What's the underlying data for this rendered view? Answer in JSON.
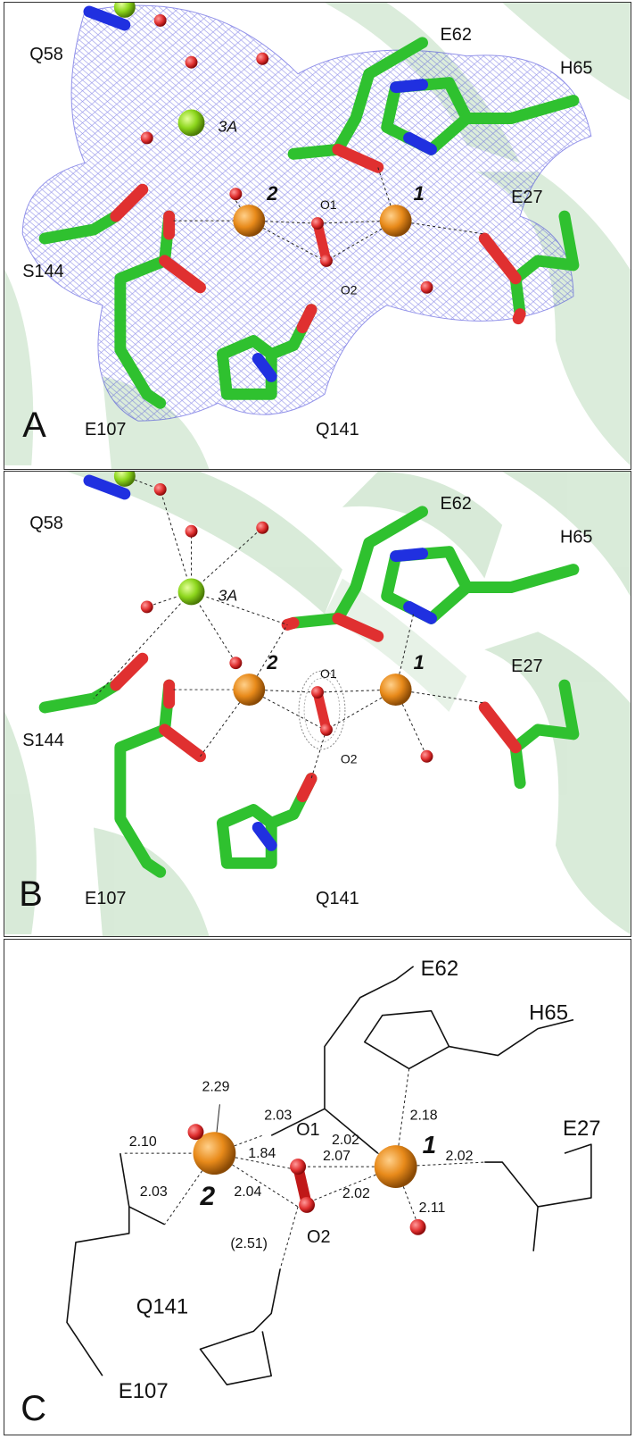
{
  "colors": {
    "carbon": "#2fc12f",
    "oxygen": "#e03030",
    "nitrogen": "#2030e0",
    "metal": "#e88a1a",
    "calcium": "#8cd61c",
    "water": "#e03030",
    "ribbon": "#cfe6cf",
    "mesh": "#3a3ad8"
  },
  "panelA": {
    "letter": "A",
    "residues": {
      "q58": "Q58",
      "e62": "E62",
      "h65": "H65",
      "e27": "E27",
      "s144": "S144",
      "e107": "E107",
      "q141": "Q141"
    },
    "site_labels": {
      "m2": "2",
      "m1": "1",
      "ca": "3A",
      "o1": "O1",
      "o2": "O2"
    }
  },
  "panelB": {
    "letter": "B",
    "residues": {
      "q58": "Q58",
      "e62": "E62",
      "h65": "H65",
      "e27": "E27",
      "s144": "S144",
      "e107": "E107",
      "q141": "Q141"
    },
    "site_labels": {
      "m2": "2",
      "m1": "1",
      "ca": "3A",
      "o1": "O1",
      "o2": "O2"
    }
  },
  "panelC": {
    "letter": "C",
    "residues": {
      "e62": "E62",
      "h65": "H65",
      "e27": "E27",
      "q141": "Q141",
      "e107": "E107"
    },
    "site_labels": {
      "m2": "2",
      "m1": "1",
      "o1": "O1",
      "o2": "O2"
    },
    "distances": {
      "d229": "2.29",
      "d203a": "2.03",
      "d202a": "2.02",
      "d218": "2.18",
      "d210": "2.10",
      "d184": "1.84",
      "d207": "2.07",
      "d202b": "2.02",
      "d203b": "2.03",
      "d204": "2.04",
      "d202c": "2.02",
      "d211": "2.11",
      "d251": "(2.51)"
    }
  }
}
